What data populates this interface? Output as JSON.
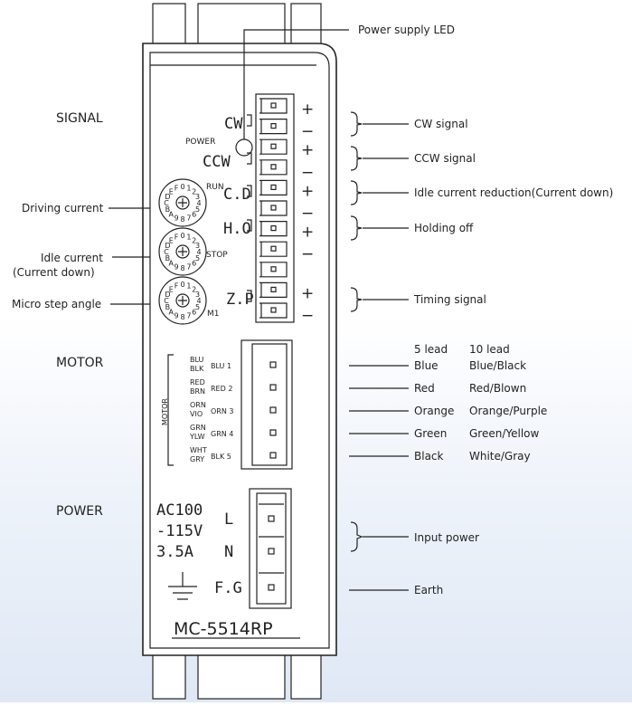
{
  "sections": {
    "signal": "SIGNAL",
    "motor": "MOTOR",
    "power": "POWER"
  },
  "device": {
    "model": "MC-5514RP",
    "power_led_label": "POWER",
    "switch_labels": [
      "RUN",
      "STOP",
      "M1"
    ],
    "motor_vertical_label": "MOTOR",
    "power_spec": [
      "AC100",
      "-115V",
      "3.5A"
    ],
    "dial_chars": "0123456789ABCDEF"
  },
  "left_callouts": {
    "driving_current": "Driving current",
    "idle_current_line1": "Idle current",
    "idle_current_line2": "(Current down)",
    "micro_step": "Micro step angle"
  },
  "signal_terminals": [
    {
      "label": "CW",
      "callout": "CW signal"
    },
    {
      "label": "CCW",
      "callout": "CCW signal"
    },
    {
      "label": "C.D",
      "callout": "Idle current reduction(Current down)"
    },
    {
      "label": "H.O",
      "callout": "Holding off"
    },
    {
      "label": "Z.P",
      "callout": "Timing signal"
    }
  ],
  "polarity": {
    "plus": "+",
    "minus": "−"
  },
  "power_supply_led_callout": "Power supply LED",
  "motor": {
    "header_5lead": "5 lead",
    "header_10lead": "10 lead",
    "terminals": [
      {
        "wires": [
          "BLU",
          "BLK"
        ],
        "pin": "BLU 1",
        "lead5": "Blue",
        "lead10": "Blue/Black"
      },
      {
        "wires": [
          "RED",
          "BRN"
        ],
        "pin": "RED 2",
        "lead5": "Red",
        "lead10": "Red/Blown"
      },
      {
        "wires": [
          "ORN",
          "VIO"
        ],
        "pin": "ORN 3",
        "lead5": "Orange",
        "lead10": "Orange/Purple"
      },
      {
        "wires": [
          "GRN",
          "YLW"
        ],
        "pin": "GRN 4",
        "lead5": "Green",
        "lead10": "Green/Yellow"
      },
      {
        "wires": [
          "WHT",
          "GRY"
        ],
        "pin": "BLK 5",
        "lead5": "Black",
        "lead10": "White/Gray"
      }
    ]
  },
  "power": {
    "terminals": [
      "L",
      "N",
      "F.G"
    ],
    "input_callout": "Input power",
    "earth_callout": "Earth"
  }
}
